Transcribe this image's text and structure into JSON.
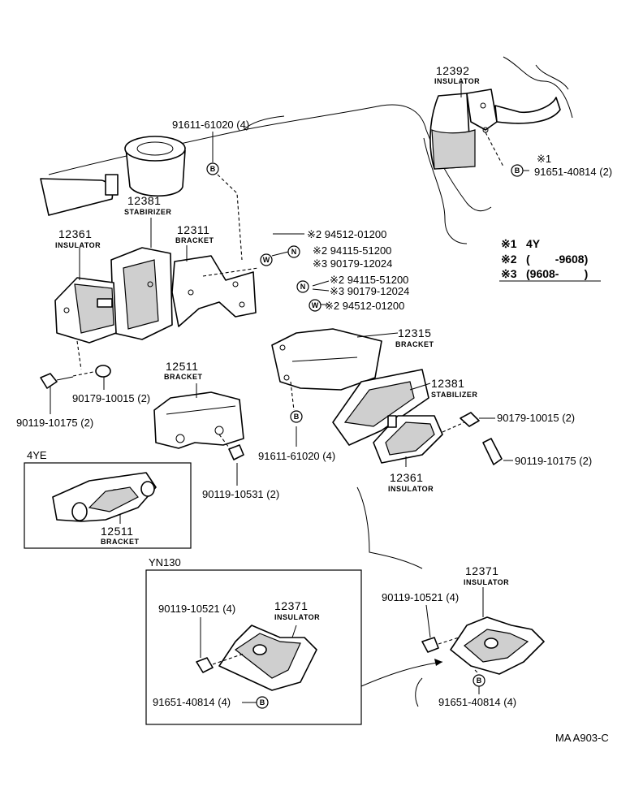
{
  "footer_code": "MA A903-C",
  "legend": [
    {
      "mark": "※1",
      "text": "4Y"
    },
    {
      "mark": "※2",
      "text": "(        -9608)"
    },
    {
      "mark": "※3",
      "text": "(9608-        )"
    }
  ],
  "parts": {
    "insulator_12392": {
      "number": "12392",
      "name": "INSULATOR"
    },
    "stabilizer_12381_left": {
      "number": "12381",
      "name": "STABIRIZER"
    },
    "insulator_12361_left": {
      "number": "12361",
      "name": "INSULATOR"
    },
    "bracket_12311": {
      "number": "12311",
      "name": "BRACKET"
    },
    "bracket_12511": {
      "number": "12511",
      "name": "BRACKET"
    },
    "bracket_12315": {
      "number": "12315",
      "name": "BRACKET"
    },
    "stabilizer_12381_right": {
      "number": "12381",
      "name": "STABILIZER"
    },
    "insulator_12361_right": {
      "number": "12361",
      "name": "INSULATOR"
    },
    "insulator_12371_right": {
      "number": "12371",
      "name": "INSULATOR"
    },
    "bracket_12511_4ye": {
      "number": "12511",
      "name": "BRACKET"
    },
    "insulator_12371_yn130": {
      "number": "12371",
      "name": "INSULATOR"
    }
  },
  "callouts": {
    "bolt_top": "91611-61020 (4)",
    "bolt_top_right": "91651-40814 (2)",
    "mark_1": "※1",
    "washer_a": "※2 94512-01200",
    "nut_a2": "※2 94115-51200",
    "nut_a3": "※3 90179-12024",
    "nut_b2": "※2 94115-51200",
    "nut_b3": "※3  90179-12024",
    "washer_b": "※2 94512-01200",
    "nut_left": "90179-10015 (2)",
    "bolt_left": "90119-10175 (2)",
    "bolt_center": "91611-61020 (4)",
    "bolt_12511": "90119-10531 (2)",
    "nut_right": "90179-10015 (2)",
    "bolt_right": "90119-10175 (2)",
    "bolt_12371_right": "90119-10521 (4)",
    "bolt_12371_bottom": "91651-40814 (4)",
    "bolt_yn130": "90119-10521 (4)",
    "bolt_yn130_bottom": "91651-40814 (4)"
  },
  "symbols": {
    "b": "B",
    "w": "W",
    "n": "N"
  },
  "boxes": {
    "box_4ye": "4YE",
    "box_yn130": "YN130"
  }
}
